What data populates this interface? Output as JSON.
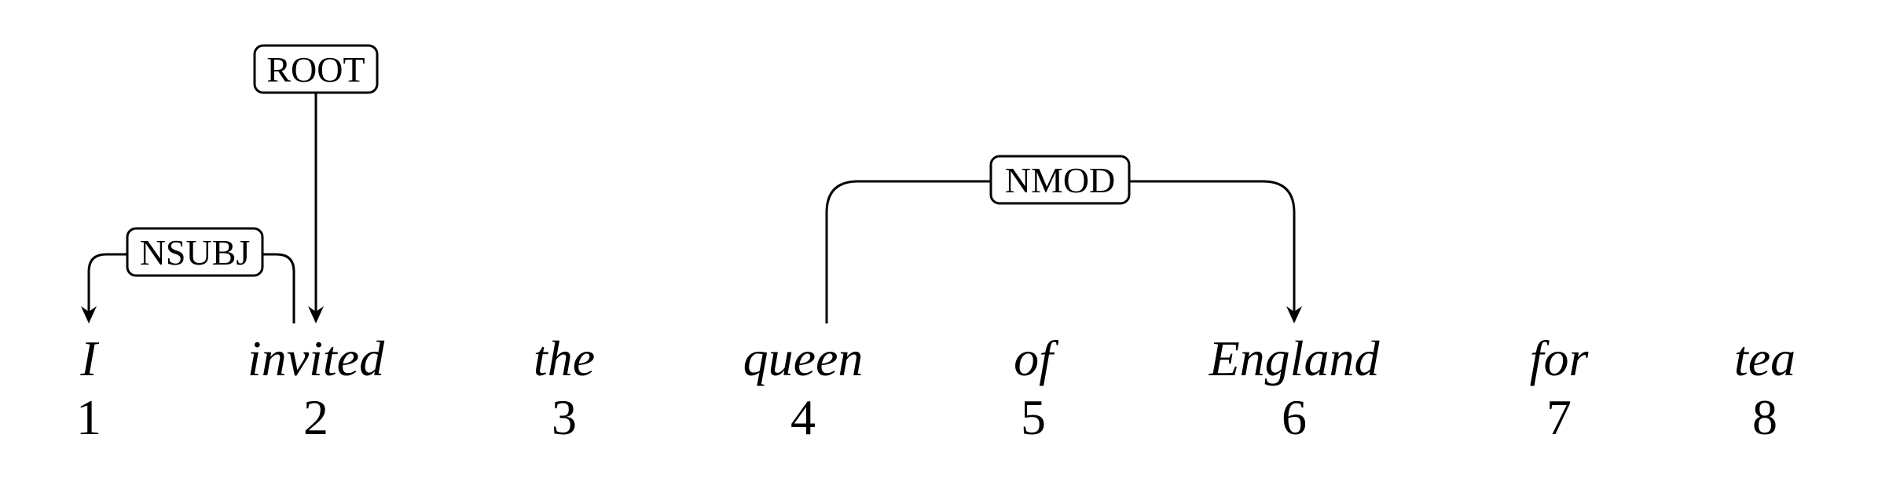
{
  "tokens": [
    {
      "word": "I",
      "index": "1"
    },
    {
      "word": "invited",
      "index": "2"
    },
    {
      "word": "the",
      "index": "3"
    },
    {
      "word": "queen",
      "index": "4"
    },
    {
      "word": "of",
      "index": "5"
    },
    {
      "word": "England",
      "index": "6"
    },
    {
      "word": "for",
      "index": "7"
    },
    {
      "word": "tea",
      "index": "8"
    }
  ],
  "arcs": [
    {
      "label": "ROOT",
      "head": null,
      "dependent": 2
    },
    {
      "label": "NSUBJ",
      "head": 2,
      "dependent": 1
    },
    {
      "label": "NMOD",
      "head": 4,
      "dependent": 6
    }
  ]
}
